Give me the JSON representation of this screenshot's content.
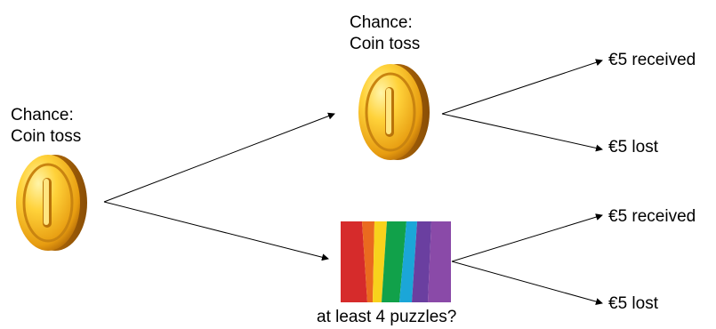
{
  "root": {
    "label_line1": "Chance:",
    "label_line2": "Coin toss"
  },
  "top_node": {
    "label_line1": "Chance:",
    "label_line2": "Coin toss"
  },
  "bottom_node": {
    "caption": "at least 4 puzzles?"
  },
  "outcomes": {
    "top_win": "€5 received",
    "top_lose": "€5 lost",
    "bottom_win": "€5 received",
    "bottom_lose": "€5 lost"
  },
  "colors": {
    "coin_light": "#ffe46a",
    "coin_mid": "#f2b51c",
    "coin_dark": "#b06a08",
    "puzzle_stripes": [
      "#d62b2b",
      "#ea6a1f",
      "#f8d21c",
      "#11a14a",
      "#1ba6d8",
      "#6a3fa0",
      "#8a4aa8"
    ]
  }
}
